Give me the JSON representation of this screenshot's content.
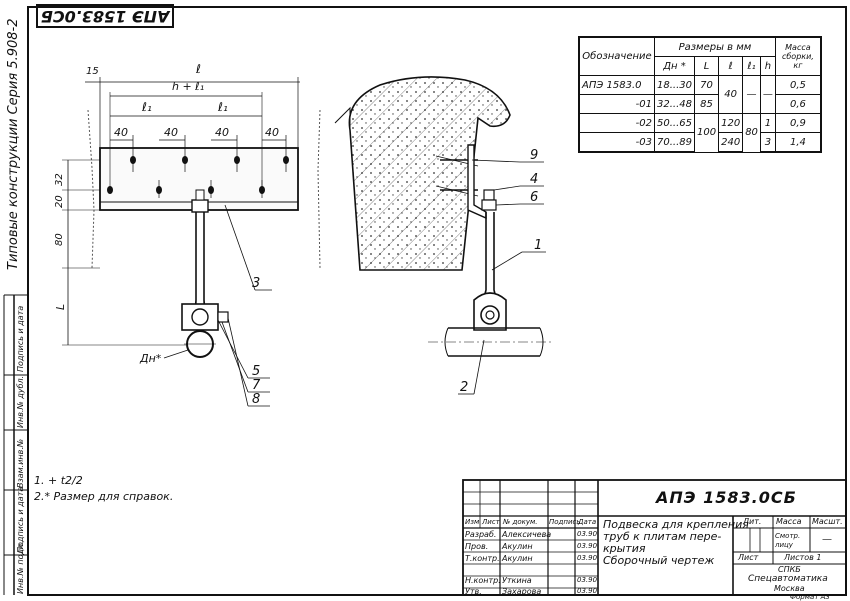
{
  "stamp_code": "АПЭ 1583.0СБ",
  "series_vertical": "Типовые конструкции    Серия  5.908-2",
  "side_labels": [
    "Подпись и дата",
    "Инв.№ дубл.",
    "Взам.инв.№",
    "Подпись и дата",
    "Инв.№ подл."
  ],
  "dimensions": {
    "d15": "15",
    "l": "ℓ",
    "h_l1": "h + ℓ₁",
    "l1a": "ℓ₁",
    "l1b": "ℓ₁",
    "d40a": "40",
    "d40b": "40",
    "d40c": "40",
    "d40d": "40",
    "d32": "32",
    "d20": "20",
    "d80": "80",
    "L": "L",
    "dn": "Дн*"
  },
  "callouts": {
    "c1": "1",
    "c2": "2",
    "c3": "3",
    "c4": "4",
    "c5": "5",
    "c6": "6",
    "c7": "7",
    "c8": "8",
    "c9": "9"
  },
  "size_table": {
    "header_designation": "Обозначение",
    "header_sizes": "Размеры  в  мм",
    "header_mass": "Масса сборки, кг",
    "cols": [
      "Дн *",
      "L",
      "ℓ",
      "ℓ₁",
      "h"
    ],
    "rows": [
      {
        "d": "АПЭ 1583.0",
        "dn": "18...30",
        "L": "70",
        "l": "40",
        "l1": "—",
        "h": "—",
        "m": "0,5"
      },
      {
        "d": "-01",
        "dn": "32...48",
        "L": "85",
        "l": "",
        "l1": "",
        "h": "",
        "m": "0,6"
      },
      {
        "d": "-02",
        "dn": "50...65",
        "L": "100",
        "l": "120",
        "l1": "80",
        "h": "1",
        "m": "0,9"
      },
      {
        "d": "-03",
        "dn": "70...89",
        "L": "",
        "l": "240",
        "l1": "",
        "h": "3",
        "m": "1,4"
      }
    ]
  },
  "notes": [
    "1.  + t2/2",
    "2.* Размер для справок."
  ],
  "title_block": {
    "code": "АПЭ 1583.0СБ",
    "name_lines": [
      "Подвеска для крепления",
      "труб к плитам пере-",
      "крытия",
      "Сборочный  чертеж"
    ],
    "head_row": [
      "Изм",
      "Лист",
      "№ докум.",
      "Подпись",
      "Дата"
    ],
    "staff": [
      {
        "role": "Разраб.",
        "name": "Алексичева",
        "date": "03.90"
      },
      {
        "role": "Пров.",
        "name": "Акулин",
        "date": "03.90"
      },
      {
        "role": "Т.контр.",
        "name": "Акулин",
        "date": "03.90"
      },
      {
        "role": "Н.контр.",
        "name": "Уткина",
        "date": "03.90"
      },
      {
        "role": "Утв.",
        "name": "Захарова",
        "date": "03.90"
      }
    ],
    "lit": "Лит.",
    "mass": "Масса",
    "scale": "Масшт.",
    "mass_value": "Смотр. лицу",
    "scale_value": "—",
    "sheet": "Лист",
    "sheets": "Листов 1",
    "org": [
      "СПКБ",
      "Спецавтоматика",
      "Москва"
    ],
    "format": "Формат А3"
  }
}
